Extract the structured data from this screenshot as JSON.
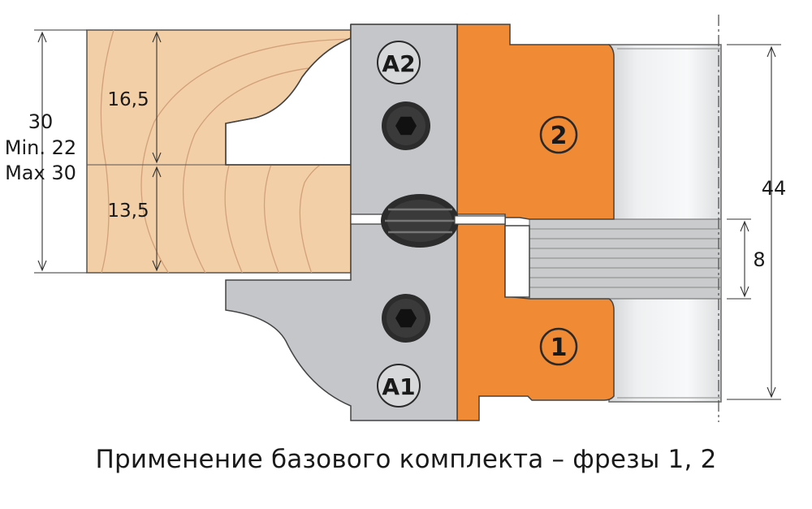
{
  "caption": "Применение базового комплекта – фрезы 1, 2",
  "labels": {
    "a2": "A2",
    "a1": "A1",
    "cutter_2": "2",
    "cutter_1": "1"
  },
  "dimensions": {
    "total": "30",
    "min": "Min. 22",
    "max": "Max 30",
    "upper": "16,5",
    "lower": "13,5",
    "height": "44",
    "slot": "8"
  },
  "colors": {
    "wood": "#f2cfa6",
    "wood_grain": "#d9a77a",
    "holder": "#c4c6c9",
    "cutter": "#f08a34",
    "body": "#e3e4e6",
    "line": "#3a3a3a"
  }
}
